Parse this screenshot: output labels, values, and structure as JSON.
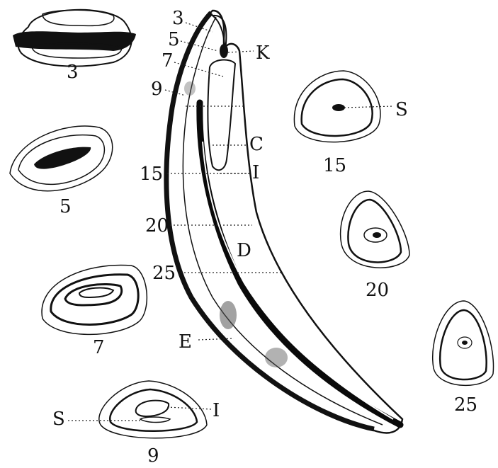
{
  "colors": {
    "ink": "#111111",
    "paper": "#ffffff",
    "shade": "#cfcfcf"
  },
  "tooth": {
    "level_labels": [
      "3",
      "5",
      "7",
      "9",
      "15",
      "20",
      "25"
    ],
    "part_labels": {
      "k": "K",
      "c": "C",
      "i": "I",
      "d": "D",
      "e": "E"
    }
  },
  "sections": {
    "s3": {
      "label": "3"
    },
    "s5": {
      "label": "5"
    },
    "s7": {
      "label": "7"
    },
    "s9": {
      "label": "9",
      "left": "S",
      "right": "I"
    },
    "s15": {
      "label": "15",
      "side": "S"
    },
    "s20": {
      "label": "20"
    },
    "s25": {
      "label": "25"
    }
  }
}
